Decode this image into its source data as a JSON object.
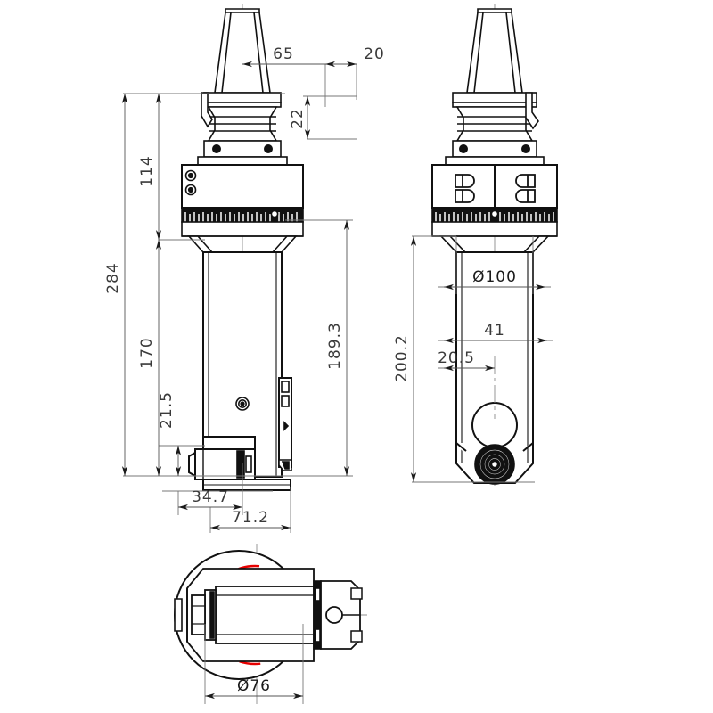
{
  "drawing": {
    "title": "Angle head tool holder technical drawing",
    "background_color": "#ffffff",
    "line_color": "#111111",
    "dim_color": "#3a3a3a",
    "center_line_color": "#808080",
    "highlight_color": "#e60000"
  },
  "views": [
    {
      "name": "front-view",
      "label": ""
    },
    {
      "name": "side-view",
      "label": ""
    },
    {
      "name": "bottom-view",
      "label": ""
    }
  ],
  "dimensions": {
    "front": {
      "d65": "65",
      "d20": "20",
      "d22": "22",
      "d114": "114",
      "d284": "284",
      "d170": "170",
      "d21_5": "21.5",
      "d189_3": "189.3",
      "d34_7": "34.7",
      "d71_2": "71.2"
    },
    "side": {
      "d100": "Ø100",
      "d41": "41",
      "d20_5": "20.5",
      "d200_2": "200.2"
    },
    "bottom": {
      "d76": "Ø76"
    }
  }
}
